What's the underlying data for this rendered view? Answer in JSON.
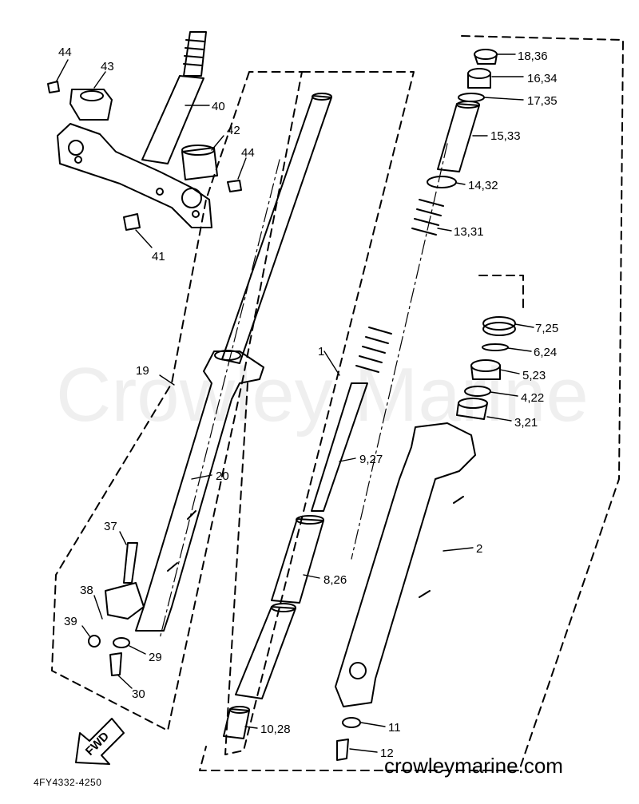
{
  "labels": {
    "p44a": "44",
    "p43": "43",
    "p40": "40",
    "p42": "42",
    "p44b": "44",
    "p41": "41",
    "p19": "19",
    "p20": "20",
    "p37": "37",
    "p38": "38",
    "p39": "39",
    "p29": "29",
    "p30": "30",
    "p1": "1",
    "p9_27": "9,27",
    "p8_26": "8,26",
    "p10_28": "10,28",
    "p18_36": "18,36",
    "p16_34": "16,34",
    "p17_35": "17,35",
    "p15_33": "15,33",
    "p14_32": "14,32",
    "p13_31": "13,31",
    "p7_25": "7,25",
    "p6_24": "6,24",
    "p5_23": "5,23",
    "p4_22": "4,22",
    "p3_21": "3,21",
    "p2": "2",
    "p11": "11",
    "p12": "12"
  },
  "fwd_label": "FWD",
  "drawing_number": "4FY4332-4250",
  "website": "crowleymarine.com",
  "watermark": "Crowley Marine"
}
